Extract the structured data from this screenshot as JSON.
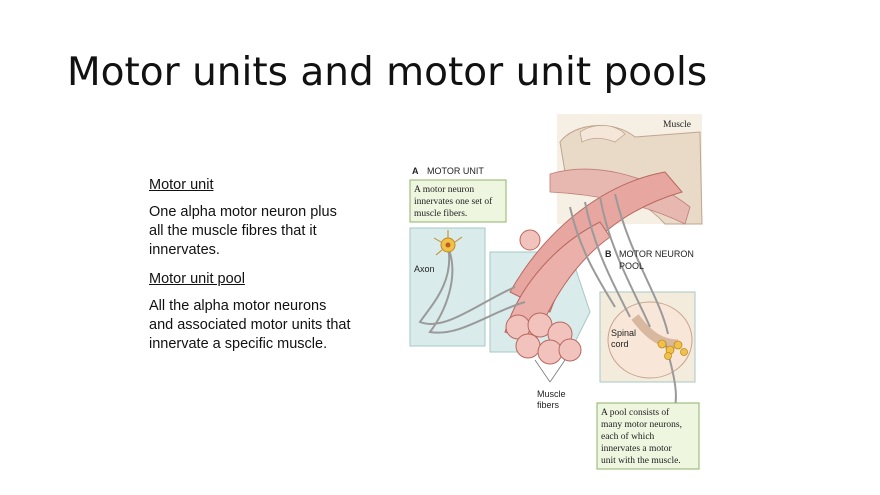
{
  "slide": {
    "title": "Motor units and motor unit pools"
  },
  "text": {
    "motor_unit_heading": "Motor unit",
    "motor_unit_body": "One alpha motor neuron plus all the muscle fibres that it innervates.",
    "pool_heading": "Motor unit pool",
    "pool_body": "All the alpha motor neurons and associated motor units that innervate a specific muscle."
  },
  "figure": {
    "muscle_label": "Muscle",
    "panel_a_letter": "A",
    "panel_a_title": "MOTOR UNIT",
    "callout_a": [
      "A motor neuron",
      "innervates one set of",
      "muscle fibers."
    ],
    "axon_label": "Axon",
    "panel_b_letter": "B",
    "panel_b_title": [
      "MOTOR NEURON",
      "POOL"
    ],
    "spinal_cord_label": [
      "Spinal",
      "cord"
    ],
    "muscle_fibers_label": [
      "Muscle",
      "fibers"
    ],
    "callout_b": [
      "A pool consists of",
      "many motor neurons,",
      "each of which",
      "innervates a motor",
      "unit with the muscle."
    ]
  }
}
